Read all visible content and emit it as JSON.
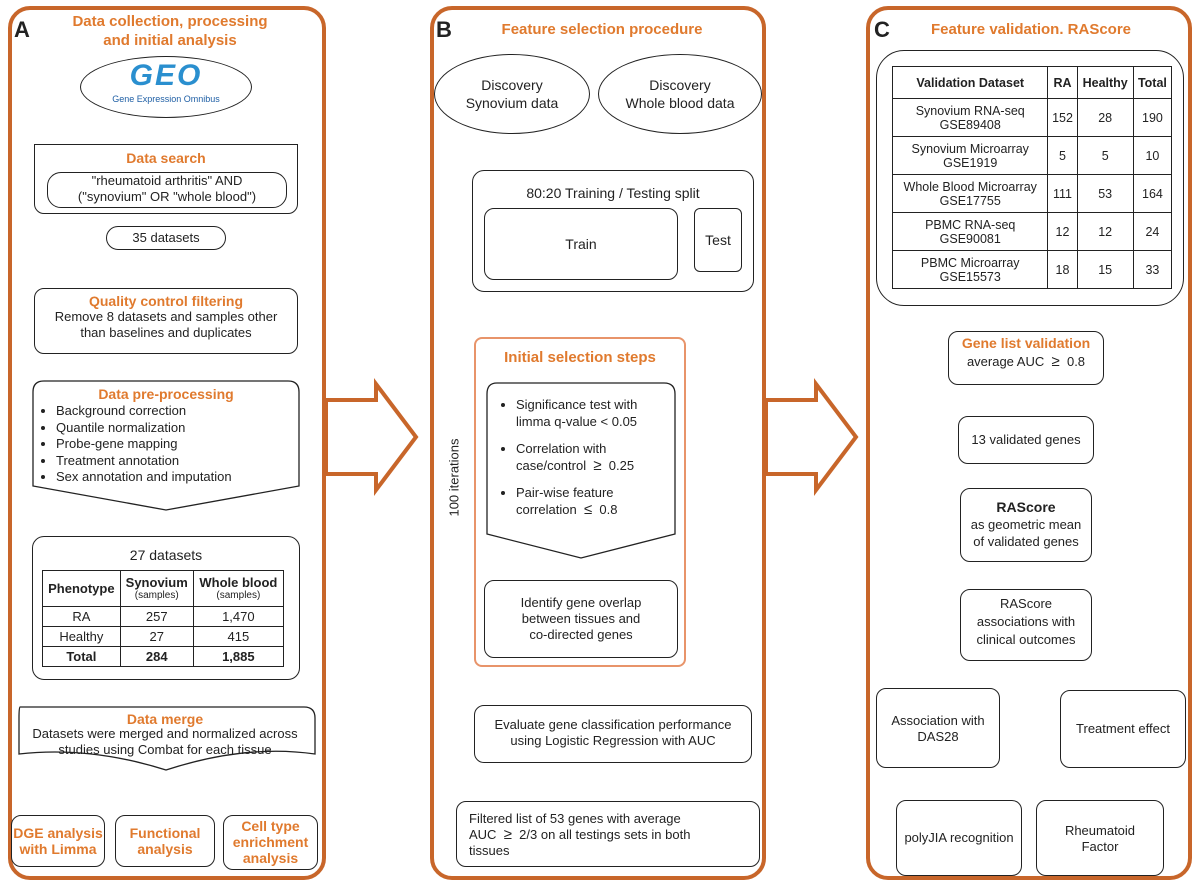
{
  "panel_a": {
    "label": "A",
    "title_l1": "Data collection, processing",
    "title_l2": "and initial analysis",
    "geo_logo_text": "GEO",
    "geo_subtitle": "Gene Expression Omnibus",
    "search": {
      "title": "Data search",
      "query_l1": "\"rheumatoid arthritis\" AND",
      "query_l2": "(\"synovium\" OR \"whole blood\")",
      "count": "35 datasets"
    },
    "qc": {
      "title": "Quality control filtering",
      "text_l1": "Remove 8 datasets and samples other",
      "text_l2": "than baselines and duplicates"
    },
    "preprocessing": {
      "title": "Data pre-processing",
      "items": [
        "Background correction",
        "Quantile normalization",
        "Probe-gene mapping",
        "Treatment annotation",
        "Sex annotation and imputation"
      ]
    },
    "summary": {
      "title": "27 datasets",
      "headers": [
        "Phenotype",
        "Synovium",
        "Whole blood"
      ],
      "subheaders": [
        "(samples)",
        "(samples)"
      ],
      "rows": [
        {
          "phenotype": "RA",
          "synovium": "257",
          "whole_blood": "1,470"
        },
        {
          "phenotype": "Healthy",
          "synovium": "27",
          "whole_blood": "415"
        },
        {
          "phenotype": "Total",
          "synovium": "284",
          "whole_blood": "1,885"
        }
      ]
    },
    "merge": {
      "title": "Data merge",
      "text_l1": "Datasets were merged and normalized across",
      "text_l2": "studies using Combat for each tissue"
    },
    "outputs": {
      "dge_l1": "DGE analysis",
      "dge_l2": "with Limma",
      "func_l1": "Functional",
      "func_l2": "analysis",
      "cell_l1": "Cell type",
      "cell_l2": "enrichment",
      "cell_l3": "analysis"
    }
  },
  "panel_b": {
    "label": "B",
    "title": "Feature selection procedure",
    "discovery_synovium_l1": "Discovery",
    "discovery_synovium_l2": "Synovium data",
    "discovery_blood_l1": "Discovery",
    "discovery_blood_l2": "Whole blood data",
    "split_title": "80:20 Training / Testing split",
    "train": "Train",
    "test": "Test",
    "iterations": "100 iterations",
    "initial_title": "Initial selection steps",
    "steps": {
      "s1_l1": "Significance test with",
      "s1_l2": "limma q-value < 0.05",
      "s2_l1": "Correlation with",
      "s2_l2": "case/control",
      "s2_op": "≥",
      "s2_val": "0.25",
      "s3_l1": "Pair-wise feature",
      "s3_l2": "correlation",
      "s3_op": "≤",
      "s3_val": "0.8"
    },
    "overlap_l1": "Identify gene overlap",
    "overlap_l2": "between tissues and",
    "overlap_l3": "co-directed genes",
    "evaluate_l1": "Evaluate gene classification performance",
    "evaluate_l2": "using Logistic Regression with AUC",
    "filtered_l1": "Filtered list of 53 genes with average",
    "filtered_l2_a": "AUC",
    "filtered_l2_op": "≥",
    "filtered_l2_b": "2/3 on all testings sets in both",
    "filtered_l3": "tissues"
  },
  "panel_c": {
    "label": "C",
    "title": "Feature validation. RAScore",
    "table": {
      "headers": [
        "Validation Dataset",
        "RA",
        "Healthy",
        "Total"
      ],
      "rows": [
        {
          "name_l1": "Synovium RNA-seq",
          "name_l2": "GSE89408",
          "ra": "152",
          "healthy": "28",
          "total": "190"
        },
        {
          "name_l1": "Synovium Microarray",
          "name_l2": "GSE1919",
          "ra": "5",
          "healthy": "5",
          "total": "10"
        },
        {
          "name_l1": "Whole Blood Microarray",
          "name_l2": "GSE17755",
          "ra": "111",
          "healthy": "53",
          "total": "164"
        },
        {
          "name_l1": "PBMC RNA-seq",
          "name_l2": "GSE90081",
          "ra": "12",
          "healthy": "12",
          "total": "24"
        },
        {
          "name_l1": "PBMC Microarray",
          "name_l2": "GSE15573",
          "ra": "18",
          "healthy": "15",
          "total": "33"
        }
      ]
    },
    "gene_list": {
      "title": "Gene list validation",
      "text_a": "average AUC",
      "op": "≥",
      "text_b": "0.8"
    },
    "validated": "13 validated genes",
    "rascore": {
      "title": "RAScore",
      "text_l1": "as geometric mean",
      "text_l2": "of validated genes"
    },
    "associations_l1": "RAScore",
    "associations_l2": "associations with",
    "associations_l3": "clinical outcomes",
    "das28_l1": "Association with",
    "das28_l2": "DAS28",
    "treatment": "Treatment effect",
    "polyjia": "polyJIA recognition",
    "rf_l1": "Rheumatoid",
    "rf_l2": "Factor"
  }
}
